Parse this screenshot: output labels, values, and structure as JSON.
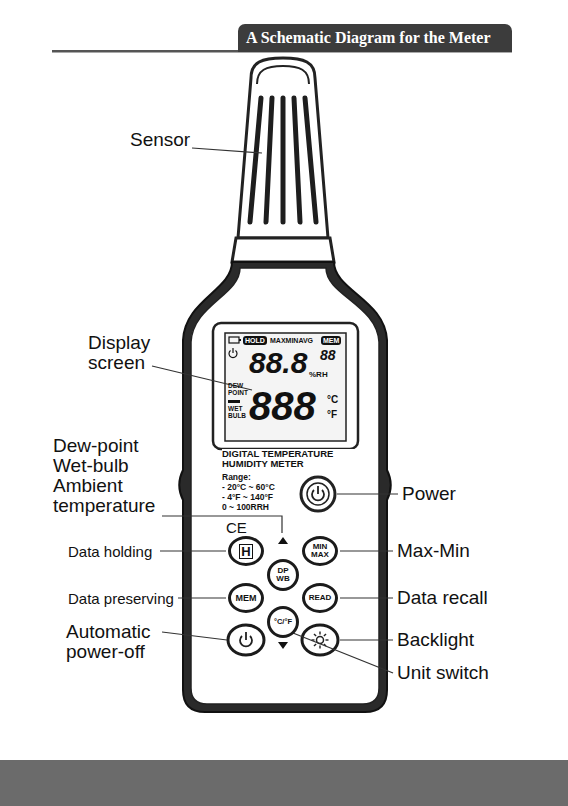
{
  "diagram": {
    "title": "A Schematic Diagram for the Meter",
    "nodes": [
      {
        "text": [
          "DIGITAL TEMPERATURE HUMIDITY METER",
          "Range:",
          "- 20°C ~ 60°C",
          "- 4°F ~ 140°F",
          "0 ~ 100RRH",
          "CE"
        ]
      },
      {
        "text": [
          "HOLD",
          "MAXMINAVG",
          "MEM",
          "88.8",
          "88",
          "%RH",
          "DEW POINT",
          "WET BULB",
          "888",
          "°C",
          "°F"
        ],
        "in": 0
      },
      {
        "text": [
          "H"
        ],
        "in": 0
      },
      {
        "text": [
          "MIN MAX"
        ],
        "in": 0
      },
      {
        "text": [
          "DP WB"
        ],
        "in": 0
      },
      {
        "text": [
          "MEM"
        ],
        "in": 0
      },
      {
        "text": [
          "READ"
        ],
        "in": 0
      },
      {
        "text": [
          "°C/°F"
        ],
        "in": 0
      }
    ],
    "labels": [
      "Sensor",
      "Display screen",
      "Dew-point Wet-bulb Ambient temperature",
      "Power",
      "Data holding",
      "Max-Min",
      "Data preserving",
      "Data recall",
      "Automatic power-off",
      "Backlight",
      "Unit switch"
    ]
  }
}
